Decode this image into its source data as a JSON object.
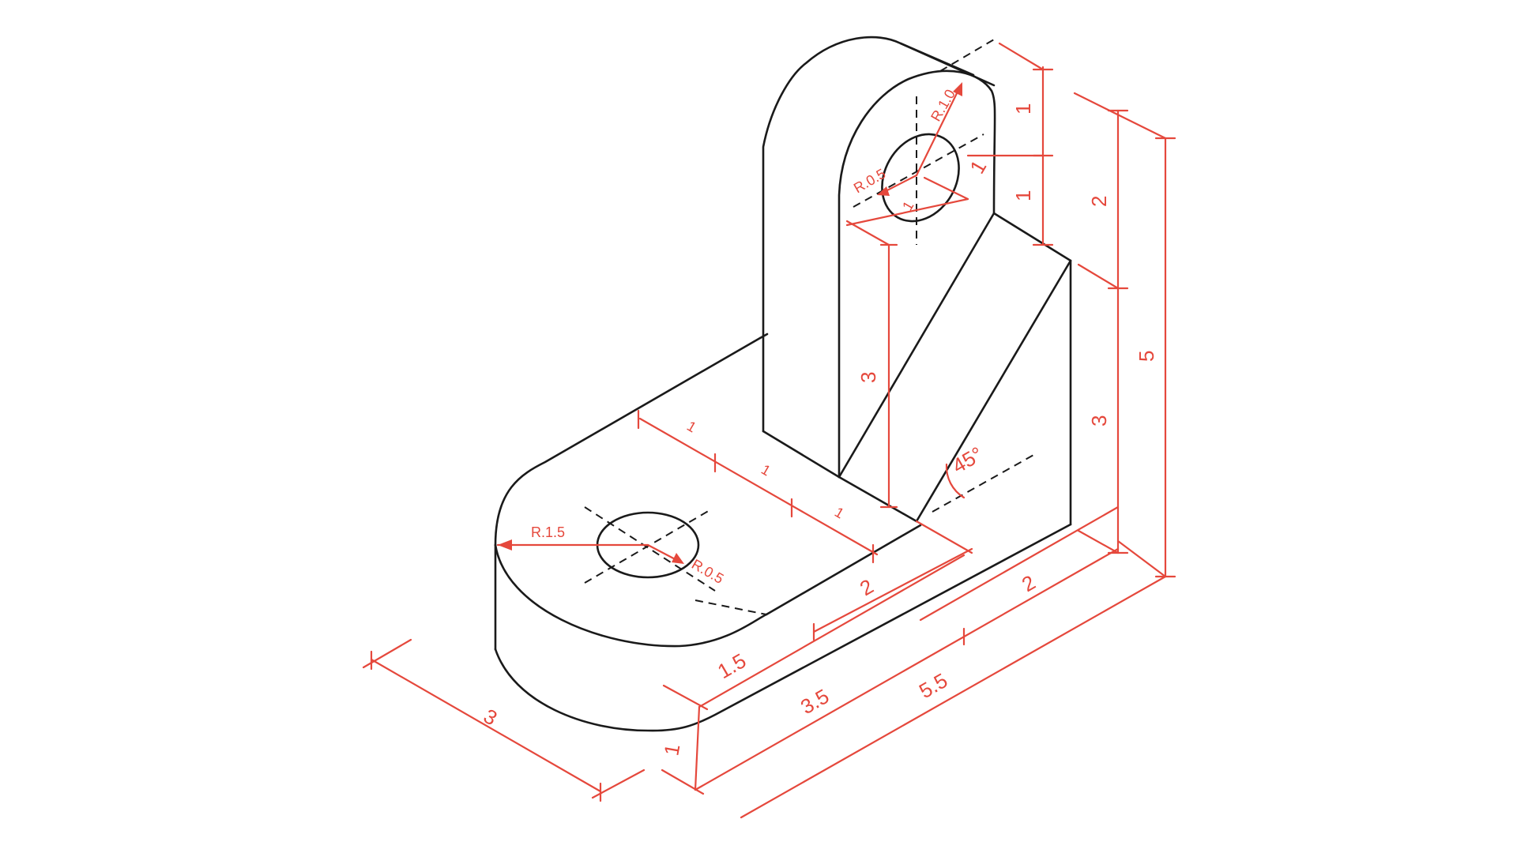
{
  "dimensions": {
    "base_depth": "3",
    "base_height": "1",
    "base_len_1_5": "1.5",
    "base_len_3_5": "3.5",
    "base_len_5_5": "5.5",
    "base_len_2": "2",
    "front_2": "2",
    "web_1a": "1",
    "web_1b": "1",
    "web_1c": "1",
    "lug_3": "3",
    "lug_top_1": "1",
    "lug_mid_1": "1",
    "hole_1a": "1",
    "hole_1b": "1",
    "right_2": "2",
    "right_3": "3",
    "right_5": "5",
    "radius_base_outer": "R.1.5",
    "radius_base_hole": "R.0.5",
    "radius_lug_outer": "R.1.0",
    "radius_lug_hole": "R.0.5",
    "angle": "45°"
  },
  "colors": {
    "outline": "#1a1a1a",
    "dimension": "#e5483c"
  }
}
